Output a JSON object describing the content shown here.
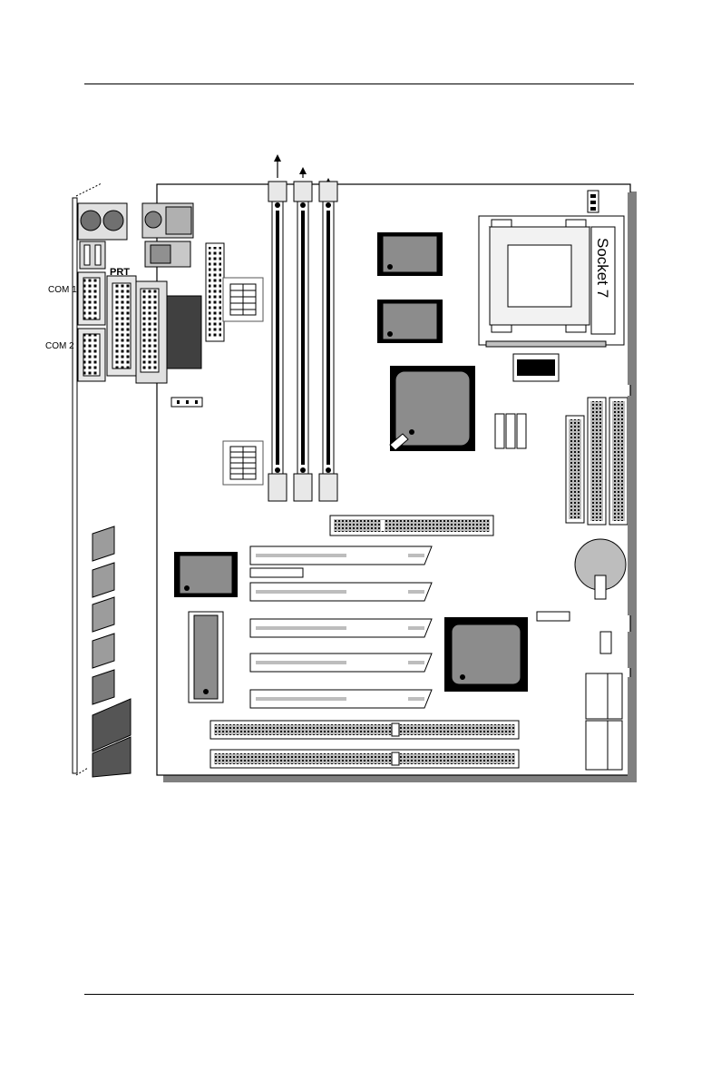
{
  "labels": {
    "com1": "COM 1",
    "com2": "COM 2",
    "prt": "PRT",
    "socket": "Socket 7"
  },
  "colors": {
    "line": "#000000",
    "board": "#ffffff",
    "shadow": "#808080",
    "chip": "#8c8c8c",
    "chip_dark": "#555555",
    "slot_gray": "#bdbdbd"
  }
}
